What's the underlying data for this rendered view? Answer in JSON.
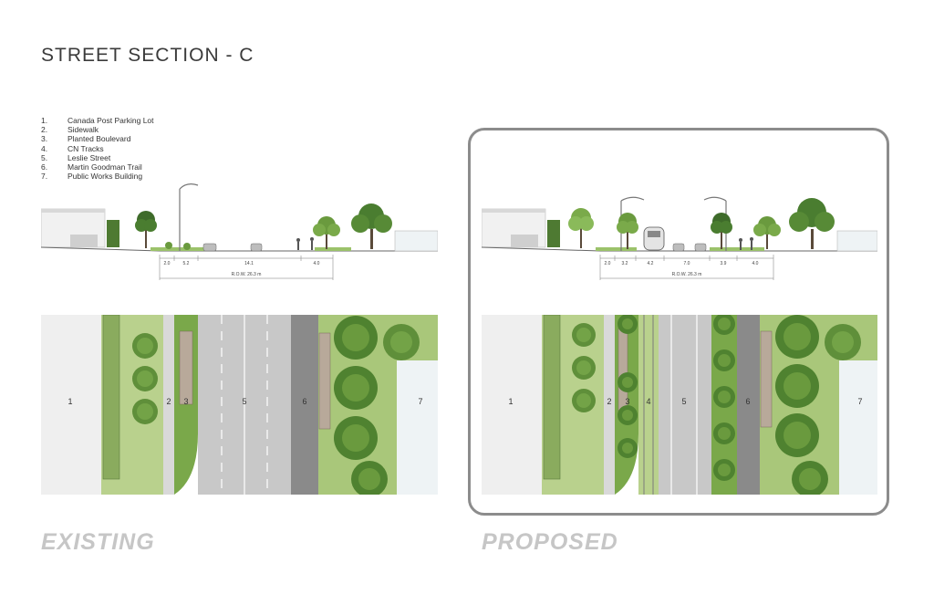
{
  "title": "STREET SECTION - C",
  "legend": [
    {
      "num": "1.",
      "label": "Canada Post Parking Lot"
    },
    {
      "num": "2.",
      "label": "Sidewalk"
    },
    {
      "num": "3.",
      "label": "Planted Boulevard"
    },
    {
      "num": "4.",
      "label": "CN Tracks"
    },
    {
      "num": "5.",
      "label": "Leslie Street"
    },
    {
      "num": "6.",
      "label": "Martin Goodman Trail"
    },
    {
      "num": "7.",
      "label": "Public Works Building"
    }
  ],
  "existing": {
    "caption": "EXISTING",
    "dims": [
      "2.0",
      "5.2",
      "14.1",
      "4.0"
    ],
    "row": "R.O.W. 26.3 m",
    "zones": [
      "1",
      "2",
      "3",
      "5",
      "6",
      "7"
    ]
  },
  "proposed": {
    "caption": "PROPOSED",
    "dims": [
      "2.0",
      "3.2",
      "4.2",
      "7.0",
      "3.9",
      "4.0"
    ],
    "row": "R.O.W. 26.3 m",
    "zones": [
      "1",
      "2",
      "3",
      "4",
      "5",
      "6",
      "7"
    ]
  },
  "colors": {
    "grass": "#a9c77a",
    "tree": "#5f8f3a",
    "road": "#c8c8c8",
    "trail": "#8a8a8a",
    "building": "#ececec",
    "water": "#dde9ee"
  }
}
